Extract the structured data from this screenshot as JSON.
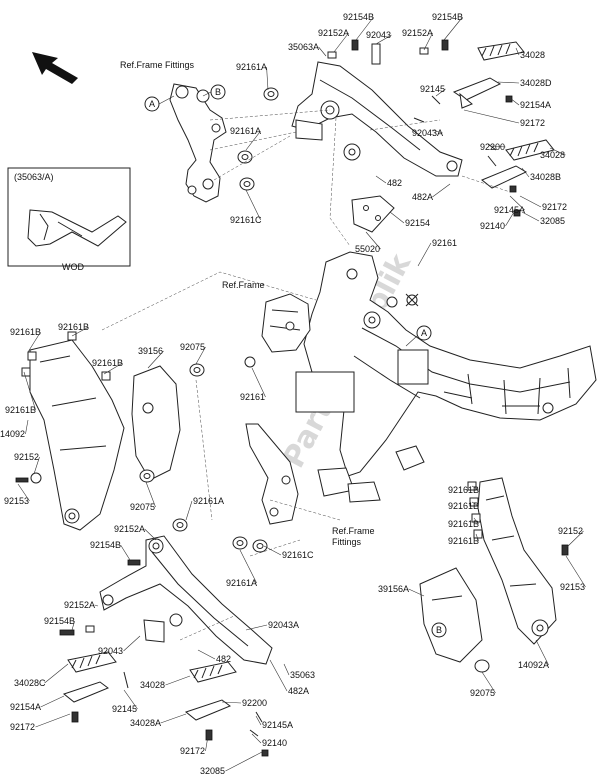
{
  "diagram": {
    "watermark": "PartsRepublik",
    "inset": {
      "title": "(35063/A)",
      "caption": "WOD"
    },
    "callouts": [
      {
        "key": "A",
        "name": "callout-a-top"
      },
      {
        "key": "B",
        "name": "callout-b-top"
      },
      {
        "key": "A",
        "name": "callout-a-frame"
      },
      {
        "key": "B",
        "name": "callout-b-guard"
      }
    ],
    "labels": [
      "Ref.Frame Fittings",
      "Ref.Frame",
      "Ref.Frame\nFittings",
      "92154B",
      "92152A",
      "92043",
      "92152A",
      "92154B",
      "35063A",
      "92161A",
      "34028",
      "34028D",
      "92154A",
      "92145",
      "92172",
      "92043A",
      "92161A",
      "92200",
      "34028",
      "34028B",
      "92145A",
      "92172",
      "92140",
      "32085",
      "92161C",
      "482",
      "482A",
      "92154",
      "55020",
      "92161",
      "92161B",
      "92161B",
      "92161B",
      "39156",
      "92075",
      "92161B",
      "92161",
      "14092",
      "92152",
      "92153",
      "92075",
      "92161A",
      "92152A",
      "92154B",
      "92161C",
      "92161A",
      "92152A",
      "92154B",
      "92043",
      "92043A",
      "35063",
      "482",
      "482A",
      "34028",
      "34028C",
      "92154A",
      "92172",
      "92145",
      "34028A",
      "92200",
      "92145A",
      "92140",
      "92172",
      "32085",
      "92161B",
      "92161B",
      "92161B",
      "92161B",
      "92152",
      "92153",
      "39156A",
      "14092A",
      "92075"
    ]
  }
}
